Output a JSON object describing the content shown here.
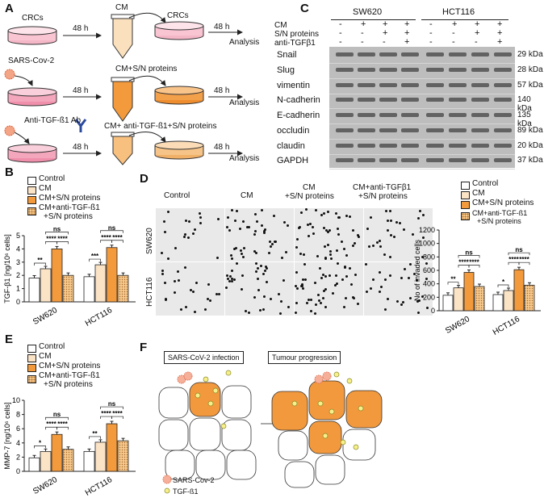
{
  "panels": {
    "a": "A",
    "b": "B",
    "c": "C",
    "d": "D",
    "e": "E",
    "f": "F"
  },
  "panelA": {
    "crcs": "CRCs",
    "cm": "CM",
    "crcs2": "CRCs",
    "h48": "48 h",
    "analysis": "Analysis",
    "sars": "SARS-Cov-2",
    "cm_sn": "CM+S/N proteins",
    "anti": "Anti-TGF-ß1 Ab",
    "cm_anti": "CM+ anti-TGF-ß1+S/N proteins"
  },
  "panelC": {
    "cells": [
      "SW620",
      "HCT116"
    ],
    "row_labels": [
      "CM",
      "S/N proteins",
      "anti-TGFβ1"
    ],
    "treat": [
      [
        "-",
        "+",
        "+",
        "+",
        "-",
        "+",
        "+",
        "+"
      ],
      [
        "-",
        "-",
        "+",
        "+",
        "-",
        "-",
        "+",
        "+"
      ],
      [
        "-",
        "-",
        "-",
        "+",
        "-",
        "-",
        "-",
        "+"
      ]
    ],
    "proteins": [
      "Snail",
      "Slug",
      "vimentin",
      "N-cadherin",
      "E-cadherin",
      "occludin",
      "claudin",
      "GAPDH"
    ],
    "kda": [
      "29 kDa",
      "28 kDa",
      "57 kDa",
      "140 kDa",
      "135 kDa",
      "89 kDa",
      "20 kDa",
      "37 kDa"
    ]
  },
  "legend": {
    "control": "Control",
    "cm": "CM",
    "cm_sn": "CM+S/N proteins",
    "cm_anti1": "CM+anti-TGF-ß1",
    "cm_anti2": "+S/N proteins"
  },
  "legendD": {
    "cm_anti1": "CM+anti-TGF-ß1"
  },
  "colors": {
    "control": "#ffffff",
    "cm": "#fbe3c6",
    "cm_sn": "#f39a3c",
    "anti": "#f6c98d",
    "blot_bg": "#bdbdbd",
    "cell_orange": "#f2993d"
  },
  "panelD": {
    "cols": [
      "Control",
      "CM",
      "CM",
      "+S/N proteins",
      "CM+anti-TGFβ1",
      "+S/N proteins"
    ],
    "rows": [
      "SW620",
      "HCT116"
    ]
  },
  "chart_data": [
    {
      "type": "bar",
      "panel": "B",
      "ylabel": "TGF-β1 [ng/10⁶ cells]",
      "ylim": [
        0,
        5
      ],
      "yticks": [
        0,
        1,
        2,
        3,
        4,
        5
      ],
      "categories": [
        "SW620",
        "HCT116"
      ],
      "series": [
        {
          "name": "Control",
          "values": [
            1.8,
            1.9
          ]
        },
        {
          "name": "CM",
          "values": [
            2.5,
            2.8
          ]
        },
        {
          "name": "CM+S/N proteins",
          "values": [
            4.0,
            4.1
          ]
        },
        {
          "name": "CM+anti-TGF-ß1 +S/N proteins",
          "values": [
            2.0,
            2.0
          ]
        }
      ],
      "annotations": {
        "sw": [
          "**",
          "****",
          "****",
          "ns"
        ],
        "hct": [
          "***",
          "****",
          "****",
          "ns"
        ]
      }
    },
    {
      "type": "bar",
      "panel": "D",
      "ylabel": "No of invaded cells",
      "ylim": [
        0,
        1200
      ],
      "yticks": [
        0,
        200,
        400,
        600,
        800,
        1000,
        1200
      ],
      "categories": [
        "SW620",
        "HCT116"
      ],
      "series": [
        {
          "name": "Control",
          "values": [
            230,
            240
          ]
        },
        {
          "name": "CM",
          "values": [
            340,
            300
          ]
        },
        {
          "name": "CM+S/N proteins",
          "values": [
            570,
            610
          ]
        },
        {
          "name": "CM+anti-TGF-ß1 +S/N proteins",
          "values": [
            360,
            380
          ]
        }
      ],
      "annotations": {
        "sw": [
          "**",
          "****",
          "****",
          "ns"
        ],
        "hct": [
          "*",
          "****",
          "****",
          "ns"
        ]
      }
    },
    {
      "type": "bar",
      "panel": "E",
      "ylabel": "MMP-7 [ng/10⁶ cells]",
      "ylim": [
        0,
        10
      ],
      "yticks": [
        0,
        2,
        4,
        6,
        8,
        10
      ],
      "categories": [
        "SW620",
        "HCT116"
      ],
      "series": [
        {
          "name": "Control",
          "values": [
            1.9,
            2.8
          ]
        },
        {
          "name": "CM",
          "values": [
            2.8,
            4.1
          ]
        },
        {
          "name": "CM+S/N proteins",
          "values": [
            5.2,
            6.7
          ]
        },
        {
          "name": "CM+anti-TGF-ß1 +S/N proteins",
          "values": [
            3.1,
            4.3
          ]
        }
      ],
      "annotations": {
        "sw": [
          "*",
          "****",
          "****",
          "ns"
        ],
        "hct": [
          "**",
          "****",
          "****",
          "ns"
        ]
      }
    }
  ],
  "panelF": {
    "infection": "SARS-CoV-2 infection",
    "progression": "Tumour progression",
    "leg_sars": "SARS-Cov-2",
    "leg_tgf": "TGF-ß1"
  }
}
